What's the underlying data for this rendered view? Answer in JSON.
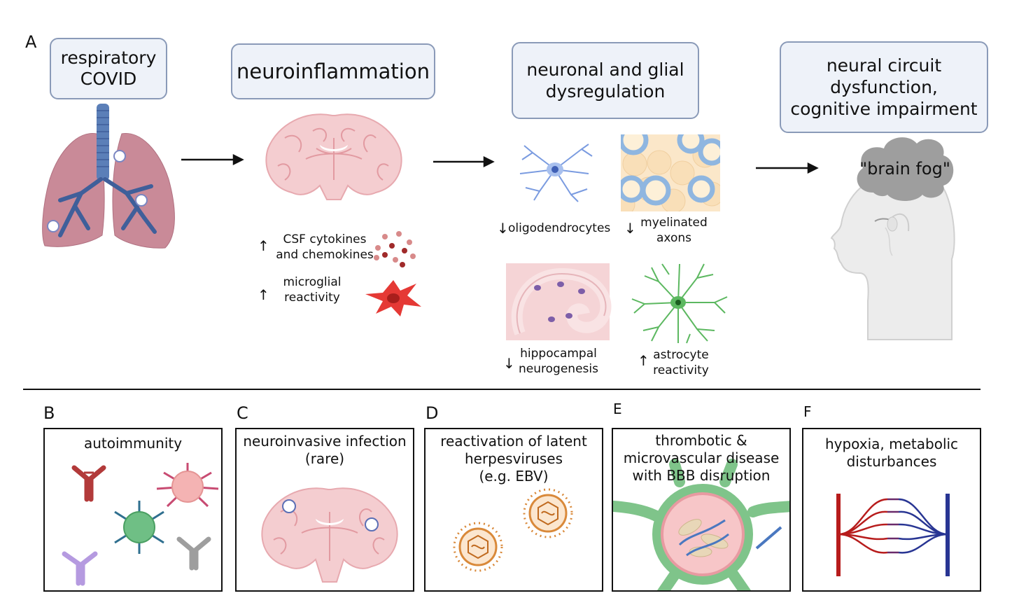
{
  "panel_a": {
    "letter": "A",
    "stages": [
      {
        "line1": "respiratory",
        "line2": "COVID"
      },
      {
        "line1": "neuroinflammation"
      },
      {
        "line1": "neuronal and glial",
        "line2": "dysregulation"
      },
      {
        "line1": "neural circuit",
        "line2": "dysfunction,",
        "line3": "cognitive impairment"
      }
    ],
    "neuroinflammation_items": [
      {
        "arrow": "↑",
        "line1": "CSF cytokines",
        "line2": "and chemokines"
      },
      {
        "arrow": "↑",
        "line1": "microglial",
        "line2": "reactivity"
      }
    ],
    "dysregulation_items": [
      {
        "arrow": "↓",
        "line1": "oligodendrocytes"
      },
      {
        "arrow": "↓",
        "line1": "myelinated",
        "line2": "axons"
      },
      {
        "arrow": "↓",
        "line1": "hippocampal",
        "line2": "neurogenesis"
      },
      {
        "arrow": "↑",
        "line1": "astrocyte",
        "line2": "reactivity"
      }
    ],
    "brain_fog": "\"brain fog\""
  },
  "bottom_panels": [
    {
      "letter": "B",
      "line1": "autoimmunity"
    },
    {
      "letter": "C",
      "line1": "neuroinvasive infection",
      "line2": "(rare)"
    },
    {
      "letter": "D",
      "line1": "reactivation of latent",
      "line2": "herpesviruses",
      "line3": "(e.g. EBV)"
    },
    {
      "letter": "E",
      "line1": "thrombotic &",
      "line2": "microvascular disease",
      "line3": "with BBB disruption"
    },
    {
      "letter": "F",
      "line1": "hypoxia, metabolic",
      "line2": "disturbances"
    }
  ],
  "colors": {
    "box_fill": "#eef2f9",
    "box_border": "#8a9ab8",
    "lung": "#c98a98",
    "brain": "#f4cdd0",
    "microglia": "#e53935",
    "oligodendrocyte": "#6d8fd6",
    "astrocyte": "#4caf50",
    "fog_cloud": "#9e9e9e",
    "artery": "#b71c1c",
    "vein": "#283593"
  },
  "icons": [
    "lungs-icon",
    "brain-icon",
    "virus-icon",
    "cytokines-icon",
    "microglia-icon",
    "oligodendrocyte-icon",
    "myelinated-axons-icon",
    "hippocampus-icon",
    "astrocyte-icon",
    "head-profile-icon",
    "cloud-icon",
    "antibody-icon",
    "immune-cell-icon",
    "herpesvirus-icon",
    "blood-vessel-icon",
    "capillary-network-icon"
  ]
}
